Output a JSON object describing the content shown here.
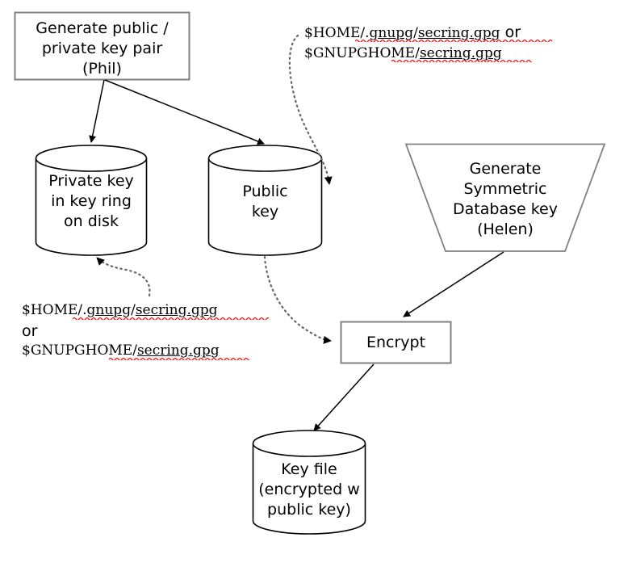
{
  "diagram": {
    "title": "GPG key generation and database key encryption flow",
    "stroke_color": "#000000",
    "box_border_color": "#808080",
    "spellcheck_underline_color": "#ff0000",
    "background": "#ffffff"
  },
  "nodes": {
    "generate_keypair": {
      "shape": "rectangle",
      "lines": [
        "Generate public /",
        "private key pair",
        "(Phil)"
      ]
    },
    "private_key_store": {
      "shape": "cylinder",
      "lines": [
        "Private key",
        "in key ring",
        "on disk"
      ]
    },
    "public_key_store": {
      "shape": "cylinder",
      "lines": [
        "Public",
        "key"
      ]
    },
    "generate_symmetric_key": {
      "shape": "trapezoid",
      "lines": [
        "Generate",
        "Symmetric",
        "Database key",
        "(Helen)"
      ]
    },
    "encrypt": {
      "shape": "rectangle",
      "lines": [
        "Encrypt"
      ]
    },
    "key_file": {
      "shape": "cylinder",
      "lines": [
        "Key file",
        "(encrypted w",
        "public key)"
      ]
    }
  },
  "annotations": {
    "public_key_path": {
      "line1_prefix": "$HOME/.",
      "line1_mid": "gnupg",
      "line1_sep": "/",
      "line1_file": "secring.gpg",
      "line1_suffix": " or",
      "line2_prefix": "$GNUPGHOME/",
      "line2_file": "secring.gpg"
    },
    "private_key_path": {
      "line1_prefix": "$HOME/.",
      "line1_mid": "gnupg",
      "line1_sep": "/",
      "line1_file": "secring.gpg",
      "line2_or": "or",
      "line3_prefix": "$GNUPGHOME/",
      "line3_file": "secring.gpg"
    }
  },
  "edges": [
    {
      "name": "keypair-to-private-key",
      "style": "solid",
      "from": "generate_keypair",
      "to": "private_key_store"
    },
    {
      "name": "keypair-to-public-key",
      "style": "solid",
      "from": "generate_keypair",
      "to": "public_key_store"
    },
    {
      "name": "public-key-path-callout",
      "style": "dotted",
      "from": "public_key_path_label",
      "to": "public_key_store"
    },
    {
      "name": "private-key-path-callout",
      "style": "dotted",
      "from": "private_key_path_label",
      "to": "private_key_store"
    },
    {
      "name": "public-key-to-encrypt",
      "style": "dotted",
      "from": "public_key_store",
      "to": "encrypt"
    },
    {
      "name": "symmetric-key-to-encrypt",
      "style": "solid",
      "from": "generate_symmetric_key",
      "to": "encrypt"
    },
    {
      "name": "encrypt-to-key-file",
      "style": "solid",
      "from": "encrypt",
      "to": "key_file"
    }
  ]
}
